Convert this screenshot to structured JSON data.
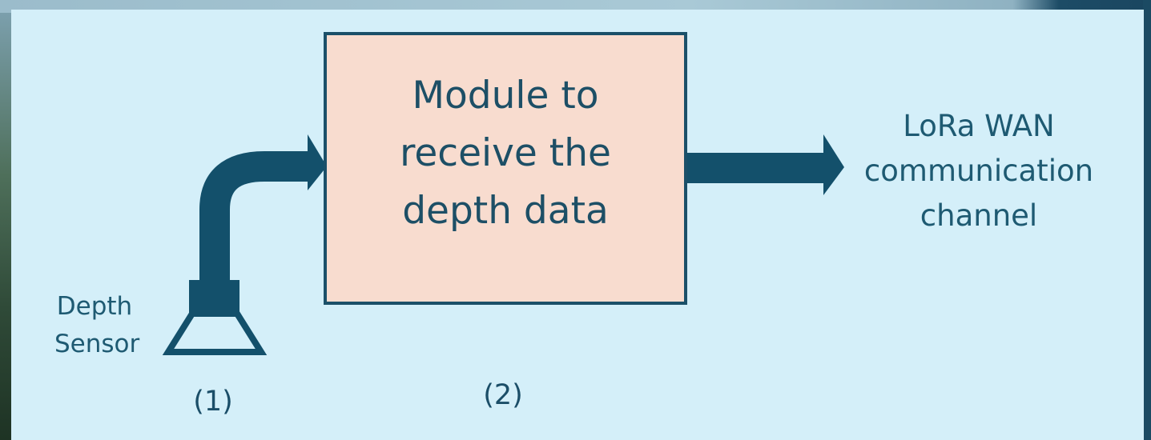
{
  "module": {
    "label": "Module to\nreceive the\ndepth data"
  },
  "output": {
    "label": "LoRa WAN\ncommunication\nchannel"
  },
  "sensor": {
    "label": "Depth\nSensor"
  },
  "numbers": {
    "one": "(1)",
    "two": "(2)"
  },
  "colors": {
    "panel_bg": "#d4eff9",
    "box_fill": "#f8dccf",
    "arrow": "#13506b",
    "text": "#1e5a72"
  }
}
